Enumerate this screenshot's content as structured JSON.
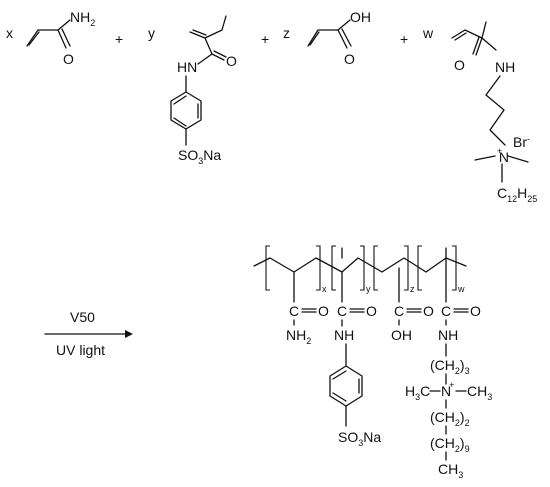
{
  "monomers": {
    "acrylamide": {
      "coef": "x",
      "nh2": "NH",
      "nh2_sub": "2",
      "o": "O"
    },
    "plus1": "+",
    "sulfo_monomer": {
      "coef": "y",
      "hn": "HN",
      "o": "O",
      "so3": "SO",
      "so3_sub": "3",
      "na": "Na"
    },
    "plus2": "+",
    "acrylic_acid": {
      "coef": "z",
      "oh": "OH",
      "o": "O"
    },
    "plus3": "+",
    "quat_monomer": {
      "coef": "w",
      "o": "O",
      "nh": "NH",
      "br": "Br",
      "br_charge": "-",
      "n": "N",
      "n_charge": "+",
      "chain_c": "C",
      "chain_c_sub": "12",
      "chain_h": "H",
      "chain_h_sub": "25"
    }
  },
  "reaction": {
    "catalyst": "V50",
    "condition": "UV light"
  },
  "polymer": {
    "subscripts": [
      "x",
      "y",
      "z",
      "w"
    ],
    "unit1": {
      "co": "C",
      "o": "O",
      "nh2": "NH",
      "nh2_sub": "2"
    },
    "unit2": {
      "co": "C",
      "o": "O",
      "nh": "NH",
      "so3": "SO",
      "so3_sub": "3",
      "na": "Na"
    },
    "unit3": {
      "co": "C",
      "o": "O",
      "oh": "OH"
    },
    "unit4": {
      "co": "C",
      "o": "O",
      "nh": "NH",
      "ch2_a": "(CH",
      "ch2_a_sub1": "2",
      "ch2_a_close": ")",
      "ch2_a_sub2": "3",
      "h3c": "H",
      "h3c_sub": "3",
      "h3c_c": "C",
      "n": "N",
      "n_charge": "+",
      "ch3": "CH",
      "ch3_sub": "3",
      "ch2_b": "(CH",
      "ch2_b_sub1": "2",
      "ch2_b_close": ")",
      "ch2_b_sub2": "2",
      "ch2_c": "(CH",
      "ch2_c_sub1": "2",
      "ch2_c_close": ")",
      "ch2_c_sub2": "9",
      "end_ch3": "CH",
      "end_ch3_sub": "3"
    }
  }
}
